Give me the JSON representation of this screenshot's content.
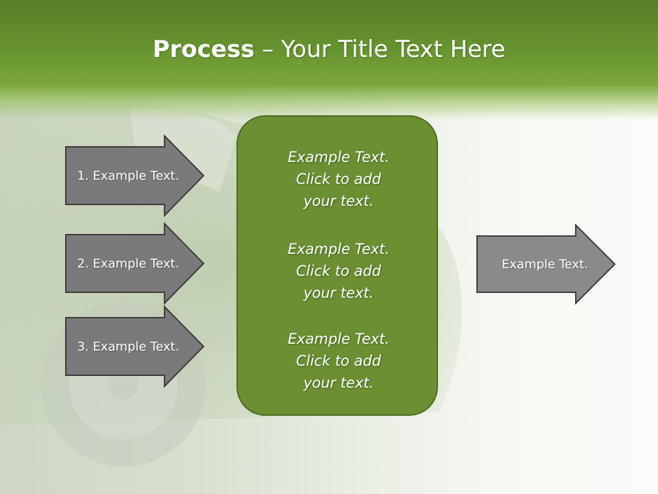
{
  "slide": {
    "title_bold": "Process",
    "title_rest": " – Your Title Text Here",
    "arrows_left": [
      "1. Example Text.",
      "2. Example Text.",
      "3. Example Text."
    ],
    "panel_blocks": [
      [
        "Example Text.",
        "Click  to add",
        "your text."
      ],
      [
        "Example Text.",
        "Click  to add",
        "your text."
      ],
      [
        "Example Text.",
        "Click  to add",
        "your text."
      ]
    ],
    "arrow_right": "Example Text."
  },
  "colors": {
    "header_green": "#66932f",
    "panel_green": "#6b8f32",
    "arrow_gray": "#7a7a7a"
  }
}
